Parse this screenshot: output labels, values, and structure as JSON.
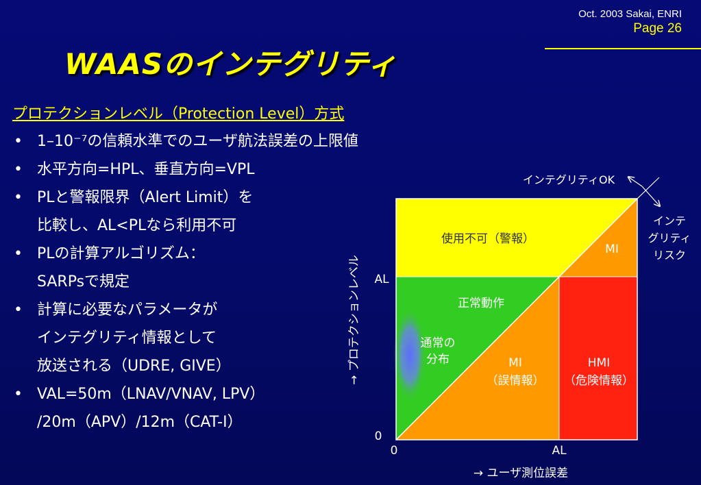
{
  "meta": {
    "date_author": "Oct. 2003 Sakai, ENRI",
    "page": "Page 26"
  },
  "title": "WAASのインテグリティ",
  "subheading": "プロテクションレベル（Protection Level）方式",
  "bullets": [
    {
      "lines": [
        "1–10⁻⁷の信頼水準でのユーザ航法誤差の上限値"
      ]
    },
    {
      "lines": [
        "水平方向=HPL、垂直方向=VPL"
      ]
    },
    {
      "lines": [
        "PLと警報限界（Alert Limit）を",
        "比較し、AL<PLなら利用不可"
      ]
    },
    {
      "lines": [
        "PLの計算アルゴリズム：",
        "SARPsで規定"
      ]
    },
    {
      "lines": [
        "計算に必要なパラメータが",
        "インテグリティ情報として",
        "放送される（UDRE, GIVE）"
      ]
    },
    {
      "lines": [
        "VAL=50m（LNAV/VNAV, LPV）",
        "/20m（APV）/12m（CAT-I）"
      ]
    }
  ],
  "bullet_symbol": "•",
  "chart_data": {
    "type": "diagram",
    "x_axis_label": "→ ユーザ測位誤差",
    "y_axis_label": "→ プロテクションレベル",
    "x_ticks": [
      "0",
      "AL"
    ],
    "y_ticks": [
      "0",
      "AL"
    ],
    "regions": [
      {
        "name": "unavailable",
        "label": "使用不可（警報）",
        "color": "#ffff00"
      },
      {
        "name": "normal",
        "label": "正常動作",
        "color": "#33cc22"
      },
      {
        "name": "mi-upper",
        "label": "MI",
        "color": "#ff9900"
      },
      {
        "name": "mi-lower",
        "label_lines": [
          "MI",
          "（誤情報）"
        ],
        "color": "#ff9900"
      },
      {
        "name": "hmi",
        "label_lines": [
          "HMI",
          "（危険情報）"
        ],
        "color": "#ff2211"
      }
    ],
    "distribution_label_lines": [
      "通常の",
      "分布"
    ],
    "annotations": {
      "integrity_ok": "インテグリティOK",
      "integrity_risk_lines": [
        "インテ",
        "グリティ",
        "リスク"
      ]
    },
    "colors": {
      "text_on_color": "#ffffff",
      "axis_text": "#ffffff",
      "distribution": "#5b6cff"
    }
  }
}
